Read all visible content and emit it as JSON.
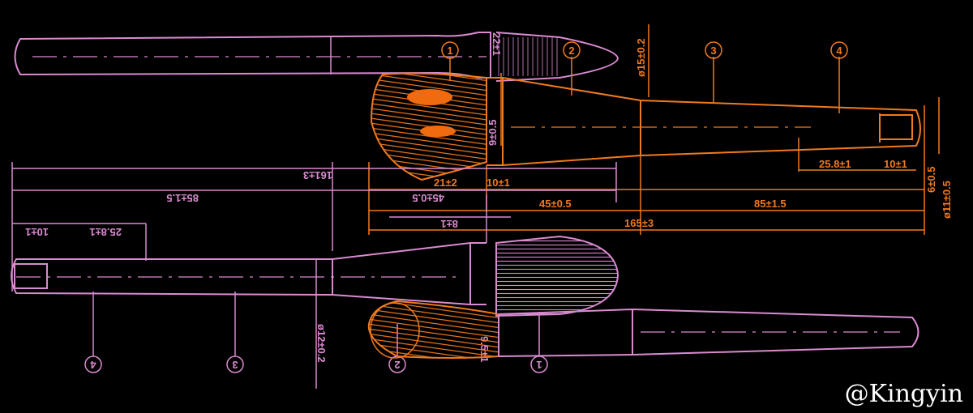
{
  "colors": {
    "pink": "#d98bd0",
    "orange": "#f07a1e",
    "fill_orange": "#f06a10",
    "background": "#000000",
    "watermark": "#ffffff"
  },
  "callouts": {
    "top": [
      "1",
      "2",
      "3",
      "4"
    ],
    "bottom": [
      "4",
      "3",
      "2",
      "1"
    ]
  },
  "dims": {
    "d15": "ø15±0.2",
    "d22": "22±1",
    "d9": "9±0.5",
    "l25_8": "25.8±1",
    "l10a": "10±1",
    "d6": "6±0.5",
    "d11": "ø11±0.5",
    "l21": "21±2",
    "l10b": "10±1",
    "l45": "45±0.5",
    "l85": "85±1.5",
    "l165": "165±3",
    "r161": "161±3",
    "r85": "85±1.5",
    "r45": "45±0.5",
    "r8": "8±1",
    "r25_8": "25.8±1",
    "r10": "10±1",
    "d12": "ø12±0.2",
    "d9_5": "9.5±1"
  },
  "watermark": "@Kingyin"
}
